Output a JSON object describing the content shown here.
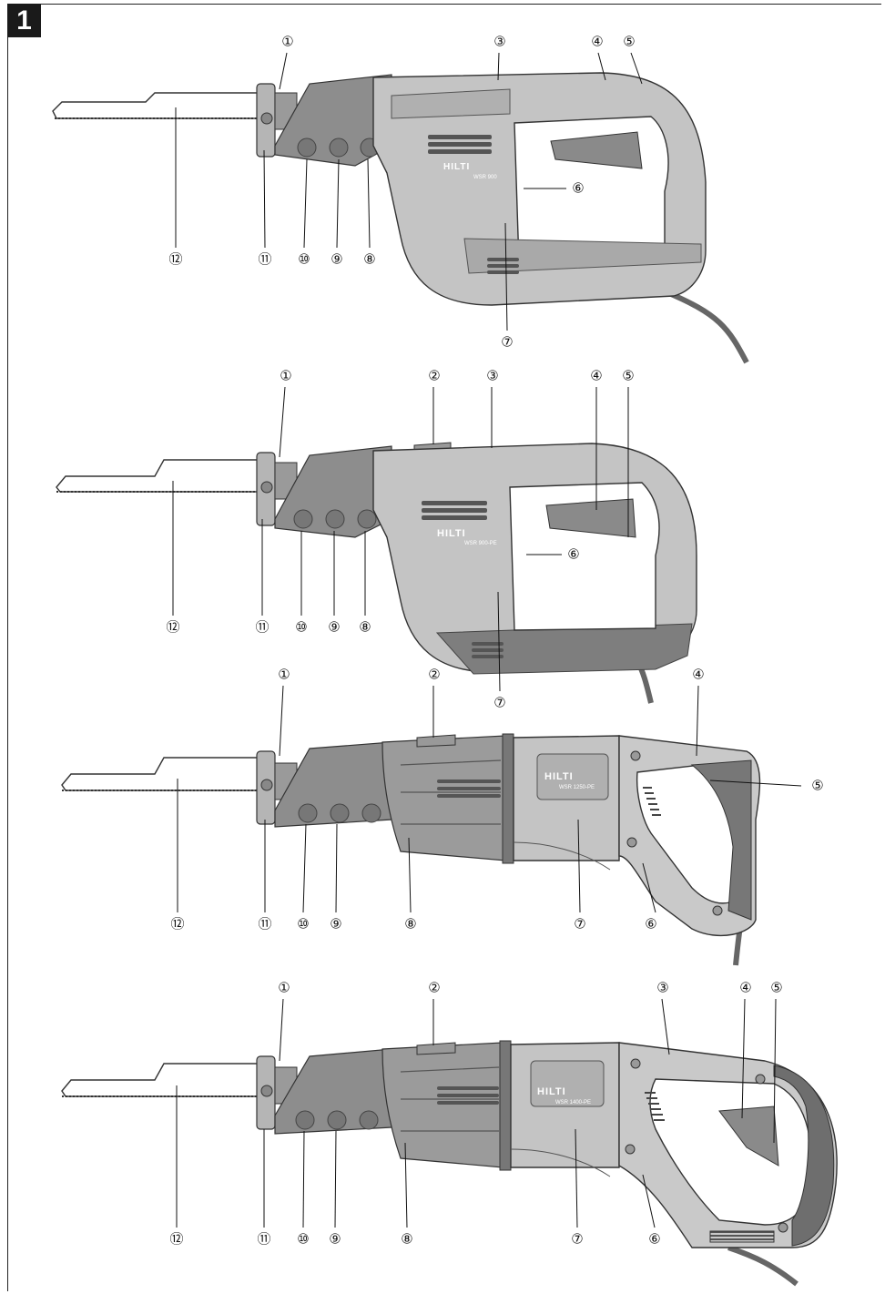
{
  "figure_number": "1",
  "brand": "HILTI",
  "colors": {
    "blade": "#ffffff",
    "body_light": "#c4c4c4",
    "body_mid": "#a8a8a8",
    "body_dark": "#8a8a8a",
    "grip": "#7a7a7a",
    "outline": "#333333"
  },
  "tools": [
    {
      "model": "WSR 900",
      "labels": [
        "①",
        "③",
        "④",
        "⑤",
        "⑥",
        "⑦",
        "⑧",
        "⑨",
        "⑩",
        "⑪",
        "⑫"
      ]
    },
    {
      "model": "WSR 900-PE",
      "labels": [
        "①",
        "②",
        "③",
        "④",
        "⑤",
        "⑥",
        "⑦",
        "⑧",
        "⑨",
        "⑩",
        "⑪",
        "⑫"
      ]
    },
    {
      "model": "WSR 1250-PE",
      "labels": [
        "①",
        "②",
        "④",
        "⑤",
        "⑥",
        "⑦",
        "⑧",
        "⑨",
        "⑩",
        "⑪",
        "⑫"
      ]
    },
    {
      "model": "WSR 1400-PE",
      "labels": [
        "①",
        "②",
        "③",
        "④",
        "⑤",
        "⑥",
        "⑦",
        "⑧",
        "⑨",
        "⑩",
        "⑪",
        "⑫"
      ]
    }
  ]
}
